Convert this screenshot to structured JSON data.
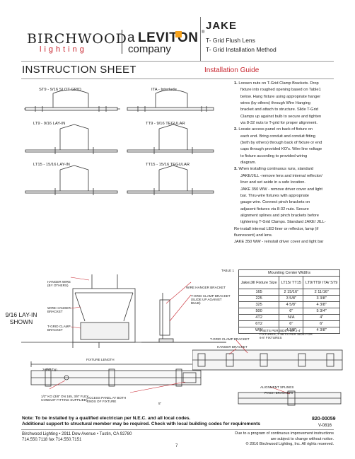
{
  "header": {
    "brand_main": "BIRCHWOOD",
    "brand_sub": "lighting",
    "company_a": "a",
    "company_name": "LEVITON",
    "company_reg": "®",
    "company_word": "company",
    "product_name": "JAKE",
    "product_line1": "T- Grid Flush Lens",
    "product_line2": "T- Grid Installation Method"
  },
  "sheet": {
    "title": "INSTRUCTION SHEET",
    "guide_label": "Installation Guide"
  },
  "diagrams": {
    "st9": "ST9 - 9/16 SLOT GRID",
    "ita": "ITA - Interlude",
    "lt9": "LT9 - 9/16 LAY-IN",
    "tt9": "TT9 - 9/16 TEGULAR",
    "lt15": "LT15 - 15/16 LAY-IN",
    "tt15": "TT15 - 15/16 TEGULAR"
  },
  "steps": [
    {
      "num": "1.",
      "lines": [
        "Loosen nuts on T-Grid Clamp Brackets. Drop",
        "fixture into roughed opening based on Table1",
        "below. Hang fixture using appropriate hanger",
        "wires (by others) through Wire Hanging",
        "bracket and attach to structure. Slide T-Grid",
        "Clamps up against bulb to secure and tighten",
        "via 8-32 nuts to T-grid for proper alignment."
      ]
    },
    {
      "num": "2.",
      "lines": [
        "Locate access panel on back of fixture on",
        "each end. Bring conduit and conduit fitting",
        "(both by others) through back of fixture or end",
        "caps through provided KO's. Wire line voltage",
        "to fixture according to provided wiring",
        "diagram."
      ]
    },
    {
      "num": "3.",
      "lines": [
        "When installing continuous runs, standard",
        "JAKE/JILL -remove lens and internal reflector/",
        "liner and set aside in a safe location.",
        "JAKE 350 WW - remove driver cover and light",
        "bar. Thru-wire fixtures with appropriate",
        "gauge wire. Connect pinch brackets on",
        "adjacent fixtures via 8-32 nuts. Secure",
        "alignment splines and pinch brackets before",
        "tightening T-Grid Clamps. Standard JAKE/ JILL-",
        "Re-install internal LED liner or reflector, lamp (if",
        "fluorescent) and lens.",
        "JAKE 350 WW - reinstall driver cover and light bar"
      ]
    }
  ],
  "table": {
    "caption": "TABLE 1",
    "title": "Mounting Center Widths",
    "headers": [
      "Jake/Jill Fixture Size",
      "LT15/ TT15",
      "LT9/TT9/ ITA/ ST9"
    ],
    "rows": [
      [
        "165",
        "2 15/16\"",
        "2 11/16\""
      ],
      [
        "225",
        "3 5/8\"",
        "3 3/8\""
      ],
      [
        "325",
        "4 5/8\"",
        "4 3/8\""
      ],
      [
        "500",
        "6\"",
        "5 3/4\""
      ],
      [
        "4T2",
        "N/A",
        "4\""
      ],
      [
        "6T2",
        "6\"",
        "6\""
      ],
      [
        "WW",
        "4 3/8\"",
        "4 3/8\""
      ]
    ]
  },
  "section_view": {
    "title_line1": "9/16 LAY-IN",
    "title_line2": "SHOWN",
    "hanger_wire": "HANGER WIRE (BY OTHERS)",
    "wire_hanger_bracket": "WIRE HANGER BRACKET",
    "tgrid_clamp_bracket": "T-GRID CLAMP BRACKET",
    "callout_wire_hanger": "WIRE HANGER BRACKET",
    "callout_clamp": "T-GRID CLAMP BRACKET (SLIDE UP AGAINST BULB)"
  },
  "length_view": {
    "fixture_length": "FIXTURE LENGTH",
    "typ": "2-1/4\" Typ.",
    "ko_note": "1/2\" KO (3/8\" ON 165, 3/8\" FLEX CONDUIT FITTING SUPPLIED)",
    "access_panel": "ACCESS PANEL AT BOTH ENDS OF FIXTURE",
    "five_in": "5\"",
    "clamp_bracket": "T-GRID CLAMP BRACKET",
    "hanger_bracket": "HANGER BRACKET",
    "sets_note": "2 SETS PER SIDE FOR 2-4' FIXTURES, 3 SETS PER SIDE FOR 6-8' FIXTURES",
    "alignment": "ALIGNMENT SPLINES",
    "pinch": "PINCH BRACKETS"
  },
  "notes": {
    "line1": "Note: To be installed by a qualified electrician per N.E.C. and all local codes.",
    "line2": "Additional support to structural member may be required. Check with local building codes for requirements"
  },
  "footer": {
    "doc_number": "820-00059",
    "version": "V-0816",
    "address_line1": "Birchwood Lighting • 2911 Dow Avenue • Tustin, CA 92780",
    "address_line2": "714.550.7118 fax 714.550.7151",
    "page": "7",
    "disclaimer1": "Due to a program of continuous improvement instructions",
    "disclaimer2": "are subject to change without notice.",
    "copyright": "© 2016 Birchwood Lighting, Inc. All rights reserved."
  },
  "colors": {
    "brand_red": "#c8262f",
    "leviton_orange": "#f7a21b",
    "text": "#222222"
  }
}
